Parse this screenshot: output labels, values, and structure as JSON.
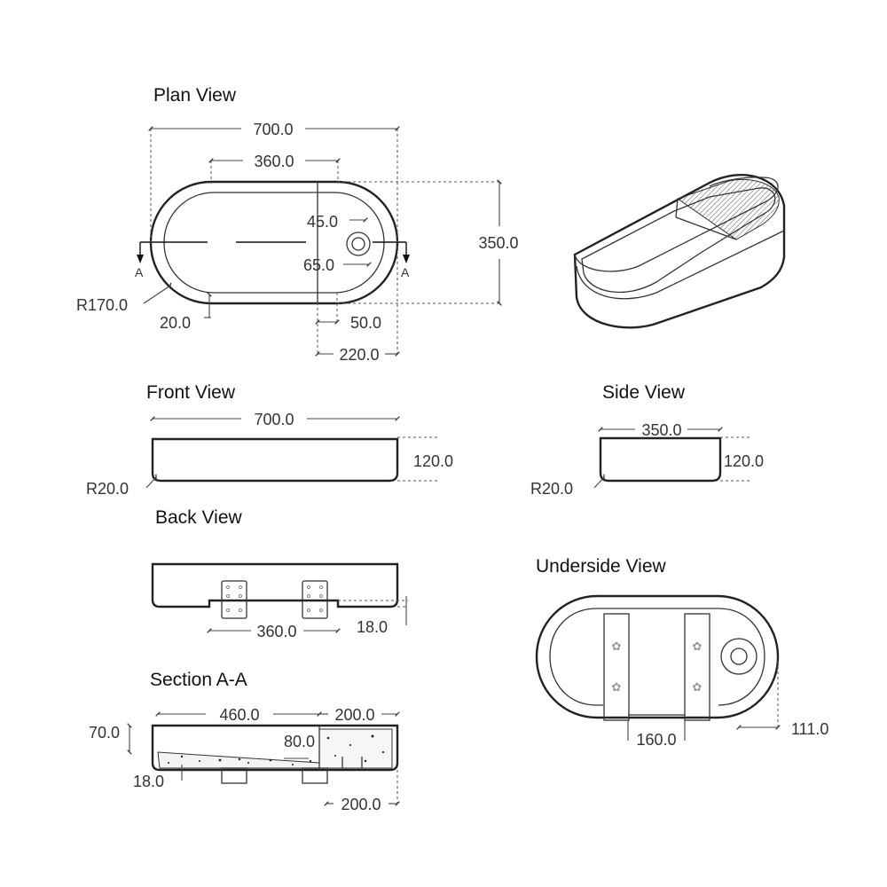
{
  "colors": {
    "line": "#222222",
    "dimension": "#333333",
    "background": "#ffffff",
    "hatch": "#555555"
  },
  "plan": {
    "title": "Plan View",
    "length": "700.0",
    "inner_length": "360.0",
    "width": "350.0",
    "radius": "R170.0",
    "wall": "20.0",
    "tray_offset": "50.0",
    "tray_length": "220.0",
    "drain_dia": "45.0",
    "drain_outer": "65.0",
    "section_mark_left": "A",
    "section_mark_right": "A"
  },
  "front": {
    "title": "Front View",
    "length": "700.0",
    "height": "120.0",
    "radius": "R20.0"
  },
  "side": {
    "title": "Side View",
    "width": "350.0",
    "height": "120.0",
    "radius": "R20.0"
  },
  "back": {
    "title": "Back View",
    "bracket_spacing": "360.0",
    "recess": "18.0"
  },
  "underside": {
    "title": "Underside View",
    "bracket_spacing": "160.0",
    "drain_offset": "111.0"
  },
  "section": {
    "title": "Section A-A",
    "basin_length": "460.0",
    "tray_length": "200.0",
    "depth": "70.0",
    "tray_depth": "80.0",
    "base": "18.0",
    "bottom_length": "200.0"
  }
}
